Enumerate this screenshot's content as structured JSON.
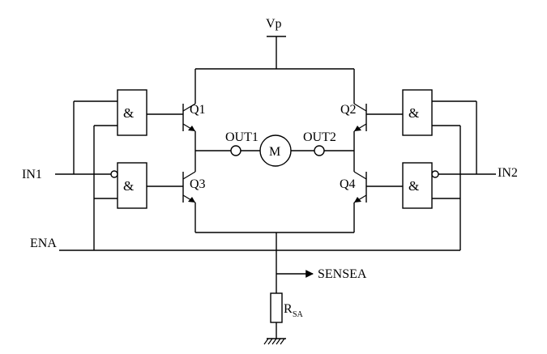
{
  "labels": {
    "vp": "Vp",
    "q1": "Q1",
    "q2": "Q2",
    "q3": "Q3",
    "q4": "Q4",
    "out1": "OUT1",
    "out2": "OUT2",
    "motor": "M",
    "in1": "IN1",
    "in2": "IN2",
    "ena": "ENA",
    "sensea": "SENSEA",
    "rsa_main": "R",
    "rsa_sub": "SA"
  },
  "gates": {
    "and_symbol": "&"
  }
}
